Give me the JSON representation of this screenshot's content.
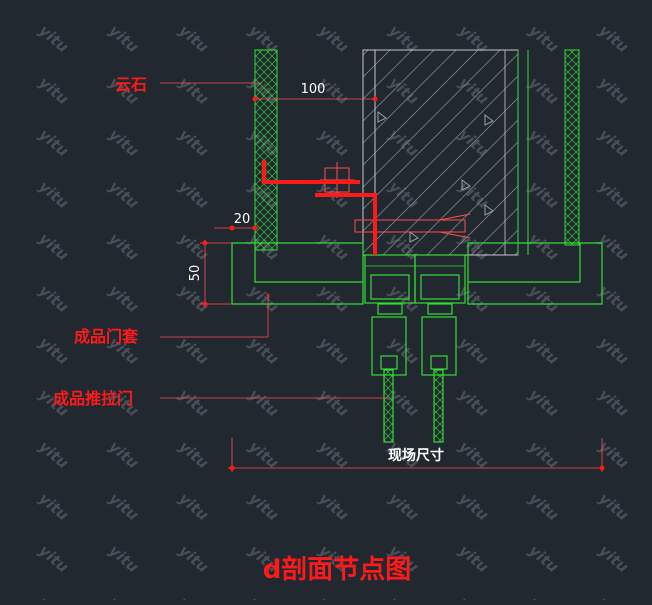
{
  "title": "d剖面节点图",
  "labels": {
    "cloud_stone": "云石",
    "door_frame": "成品门套",
    "sliding_door": "成品推拉门",
    "site_dimension": "现场尺寸"
  },
  "dimensions": {
    "stone_thickness": "100",
    "frame_offset": "20",
    "frame_height": "50"
  },
  "watermark": "yitu",
  "colors": {
    "background": "#212830",
    "line_green": "#33dd33",
    "accent_red": "#ff1a1a",
    "text_white": "#ffffff"
  }
}
